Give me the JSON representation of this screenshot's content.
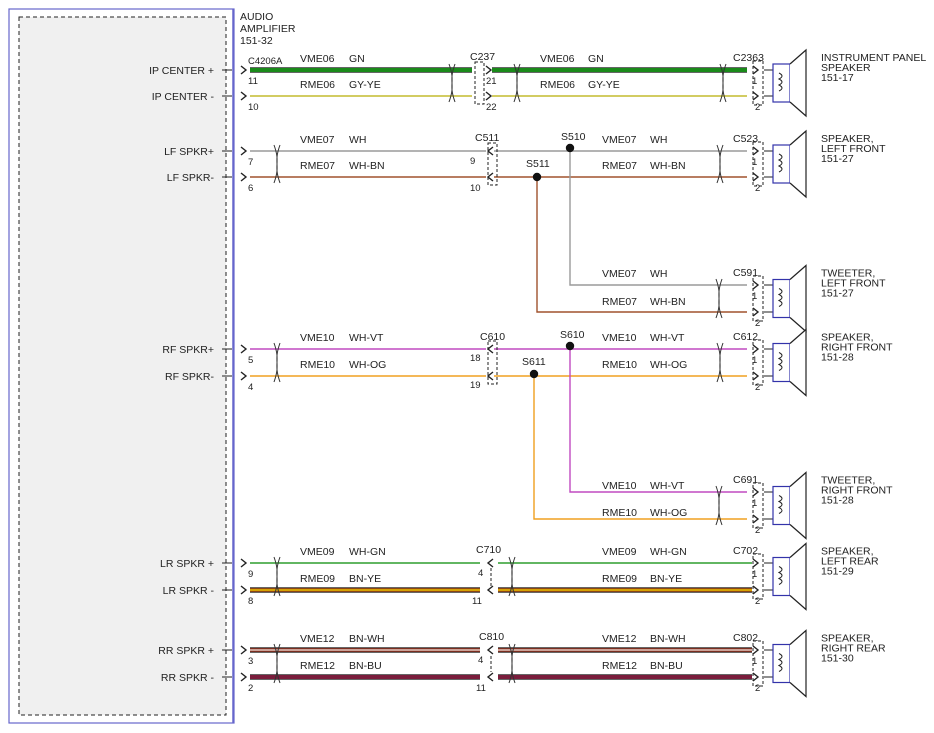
{
  "module": {
    "name_lines": [
      "AUDIO",
      "AMPLIFIER",
      "151-32"
    ],
    "pins": [
      {
        "label": "IP CENTER +",
        "num": "11"
      },
      {
        "label": "IP CENTER -",
        "num": "10"
      },
      {
        "label": "LF SPKR+",
        "num": "7"
      },
      {
        "label": "LF SPKR-",
        "num": "6"
      },
      {
        "label": "RF SPKR+",
        "num": "5"
      },
      {
        "label": "RF SPKR-",
        "num": "4"
      },
      {
        "label": "LR SPKR +",
        "num": "9"
      },
      {
        "label": "LR SPKR -",
        "num": "8"
      },
      {
        "label": "RR SPKR +",
        "num": "3"
      },
      {
        "label": "RR SPKR -",
        "num": "2"
      }
    ],
    "connector": "C4206A"
  },
  "wires": [
    {
      "circuit": "VME06",
      "color_code": "GN",
      "color": "#1a8a1a",
      "stripe": "",
      "thick": true
    },
    {
      "circuit": "RME06",
      "color_code": "GY-YE",
      "color": "#8c8c8c",
      "stripe": "#e0d400",
      "thick": false
    },
    {
      "circuit": "VME07",
      "color_code": "WH",
      "color": "#9a9a9a",
      "stripe": "",
      "thick": false
    },
    {
      "circuit": "RME07",
      "color_code": "WH-BN",
      "color": "#a0522d",
      "stripe": "",
      "thick": false
    },
    {
      "circuit": "VME10",
      "color_code": "WH-VT",
      "color": "#c04ac0",
      "stripe": "",
      "thick": false
    },
    {
      "circuit": "RME10",
      "color_code": "WH-OG",
      "color": "#f0a020",
      "stripe": "",
      "thick": false
    },
    {
      "circuit": "VME09",
      "color_code": "WH-GN",
      "color": "#2e9e2e",
      "stripe": "",
      "thick": false
    },
    {
      "circuit": "RME09",
      "color_code": "BN-YE",
      "color": "#8b4513",
      "stripe": "#f0c000",
      "thick": true
    },
    {
      "circuit": "VME12",
      "color_code": "BN-WH",
      "color": "#7a2e20",
      "stripe": "#e8c8c0",
      "thick": true
    },
    {
      "circuit": "RME12",
      "color_code": "BN-BU",
      "color": "#7a1d3c",
      "stripe": "",
      "thick": true
    }
  ],
  "connectors": {
    "c237": {
      "name": "C237",
      "pins": [
        "21",
        "22"
      ]
    },
    "c511": {
      "name": "C511",
      "pins": [
        "9",
        "10"
      ]
    },
    "c610": {
      "name": "C610",
      "pins": [
        "18",
        "19"
      ]
    },
    "c710": {
      "name": "C710",
      "pins": [
        "4",
        "11"
      ]
    },
    "c810": {
      "name": "C810",
      "pins": [
        "4",
        "11"
      ]
    }
  },
  "splices": [
    "S510",
    "S511",
    "S610",
    "S611"
  ],
  "speakers": [
    {
      "connector": "C2363",
      "lines": [
        "INSTRUMENT PANEL",
        "SPEAKER",
        "151-17"
      ],
      "pins": [
        "1",
        "2"
      ]
    },
    {
      "connector": "C523",
      "lines": [
        "SPEAKER,",
        "LEFT FRONT",
        "151-27"
      ],
      "pins": [
        "1",
        "2"
      ]
    },
    {
      "connector": "C591",
      "lines": [
        "TWEETER,",
        "LEFT FRONT",
        "151-27"
      ],
      "pins": [
        "1",
        "2"
      ]
    },
    {
      "connector": "C612",
      "lines": [
        "SPEAKER,",
        "RIGHT FRONT",
        "151-28"
      ],
      "pins": [
        "1",
        "2"
      ]
    },
    {
      "connector": "C691",
      "lines": [
        "TWEETER,",
        "RIGHT FRONT",
        "151-28"
      ],
      "pins": [
        "1",
        "2"
      ]
    },
    {
      "connector": "C702",
      "lines": [
        "SPEAKER,",
        "LEFT REAR",
        "151-29"
      ],
      "pins": [
        "1",
        "2"
      ]
    },
    {
      "connector": "C802",
      "lines": [
        "SPEAKER,",
        "RIGHT REAR",
        "151-30"
      ],
      "pins": [
        "1",
        "2"
      ]
    }
  ]
}
